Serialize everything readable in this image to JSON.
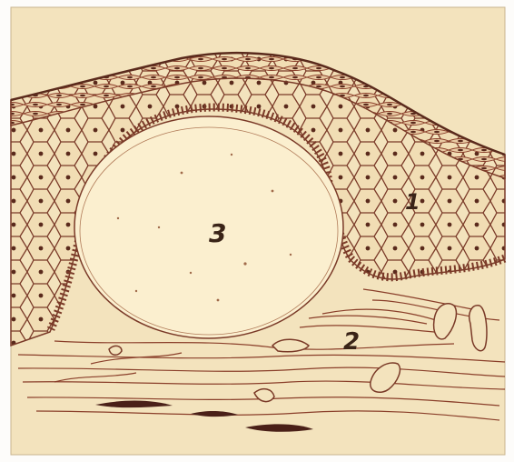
{
  "labels": [
    {
      "id": "label-1",
      "text": "1"
    },
    {
      "id": "label-2",
      "text": "2"
    },
    {
      "id": "label-3",
      "text": "3"
    }
  ],
  "colors": {
    "paper": "#f3e3bd",
    "ink": "#7a3a28",
    "ink_dark": "#3a2418",
    "cell_fill": "#f1ddb4",
    "border": "#c9b58e"
  }
}
